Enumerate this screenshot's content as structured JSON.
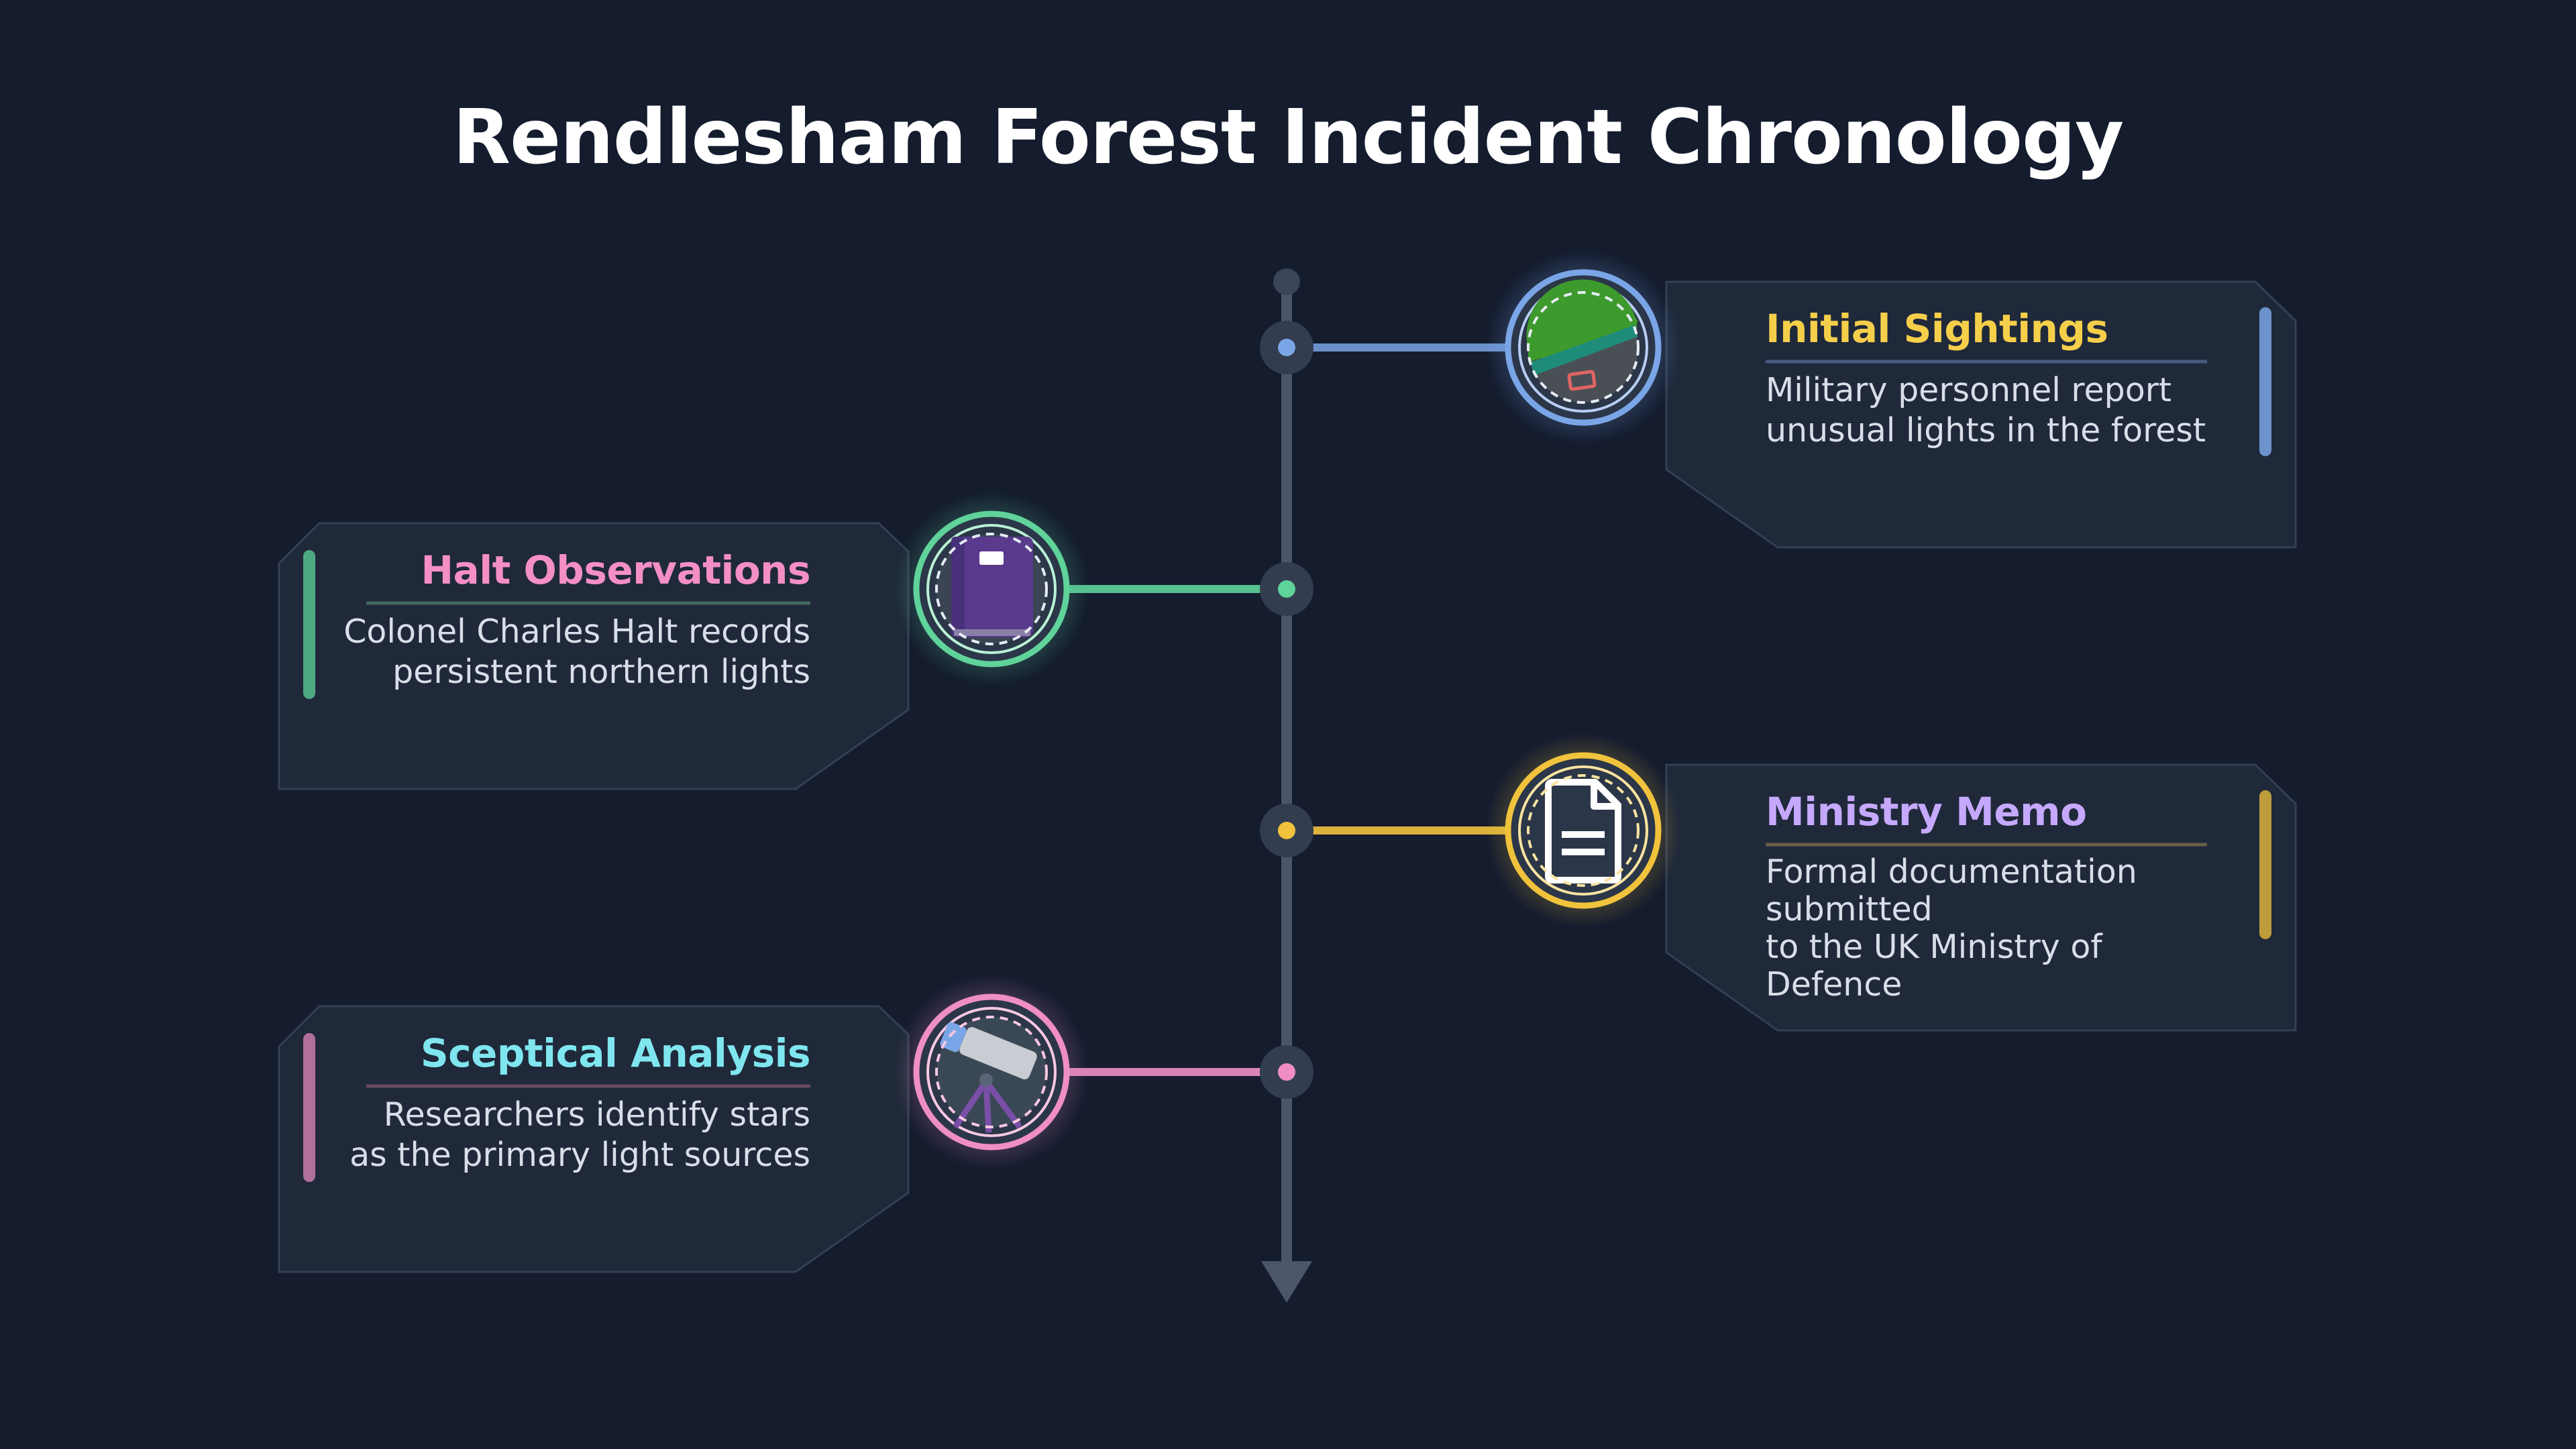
{
  "title": "Rendlesham Forest Incident Chronology",
  "colors": {
    "background": "#141c2e",
    "card_fill": "#1f293a",
    "card_stroke": "#334055",
    "axis": "#4b566a"
  },
  "events": [
    {
      "title": "Initial Sightings",
      "description": [
        "Military personnel report",
        "unusual lights in the forest"
      ],
      "title_color": "#f6cf4a",
      "accent_color": "#7aa6e8",
      "side": "right",
      "icon": "forest-landscape-icon"
    },
    {
      "title": "Halt Observations",
      "description": [
        "Colonel Charles Halt records",
        "persistent northern lights"
      ],
      "title_color": "#f48fc6",
      "accent_color": "#5fd39a",
      "side": "left",
      "icon": "notebook-icon"
    },
    {
      "title": "Ministry Memo",
      "description": [
        "Formal documentation submitted",
        "to the UK Ministry of Defence"
      ],
      "title_color": "#c6a9ff",
      "accent_color": "#f1c33c",
      "side": "right",
      "icon": "document-icon"
    },
    {
      "title": "Sceptical Analysis",
      "description": [
        "Researchers identify stars",
        "as the primary light sources"
      ],
      "title_color": "#7fe6ef",
      "accent_color": "#ef8ec4",
      "side": "left",
      "icon": "telescope-icon"
    }
  ]
}
